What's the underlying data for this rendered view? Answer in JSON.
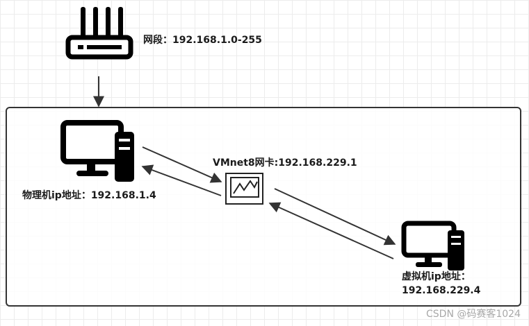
{
  "router": {
    "label": "网段：192.168.1.0-255"
  },
  "host": {
    "label": "物理机ip地址：192.168.1.4"
  },
  "nic": {
    "label": "VMnet8网卡:192.168.229.1"
  },
  "vm": {
    "label_line1": "虚拟机ip地址：",
    "label_line2": "192.168.229.4"
  },
  "watermark": "CSDN @码赛客1024",
  "colors": {
    "line": "#333333",
    "icon": "#000000",
    "grid": "#ececec"
  },
  "icons": [
    "router-icon",
    "desktop-computer-icon",
    "network-card-icon"
  ]
}
